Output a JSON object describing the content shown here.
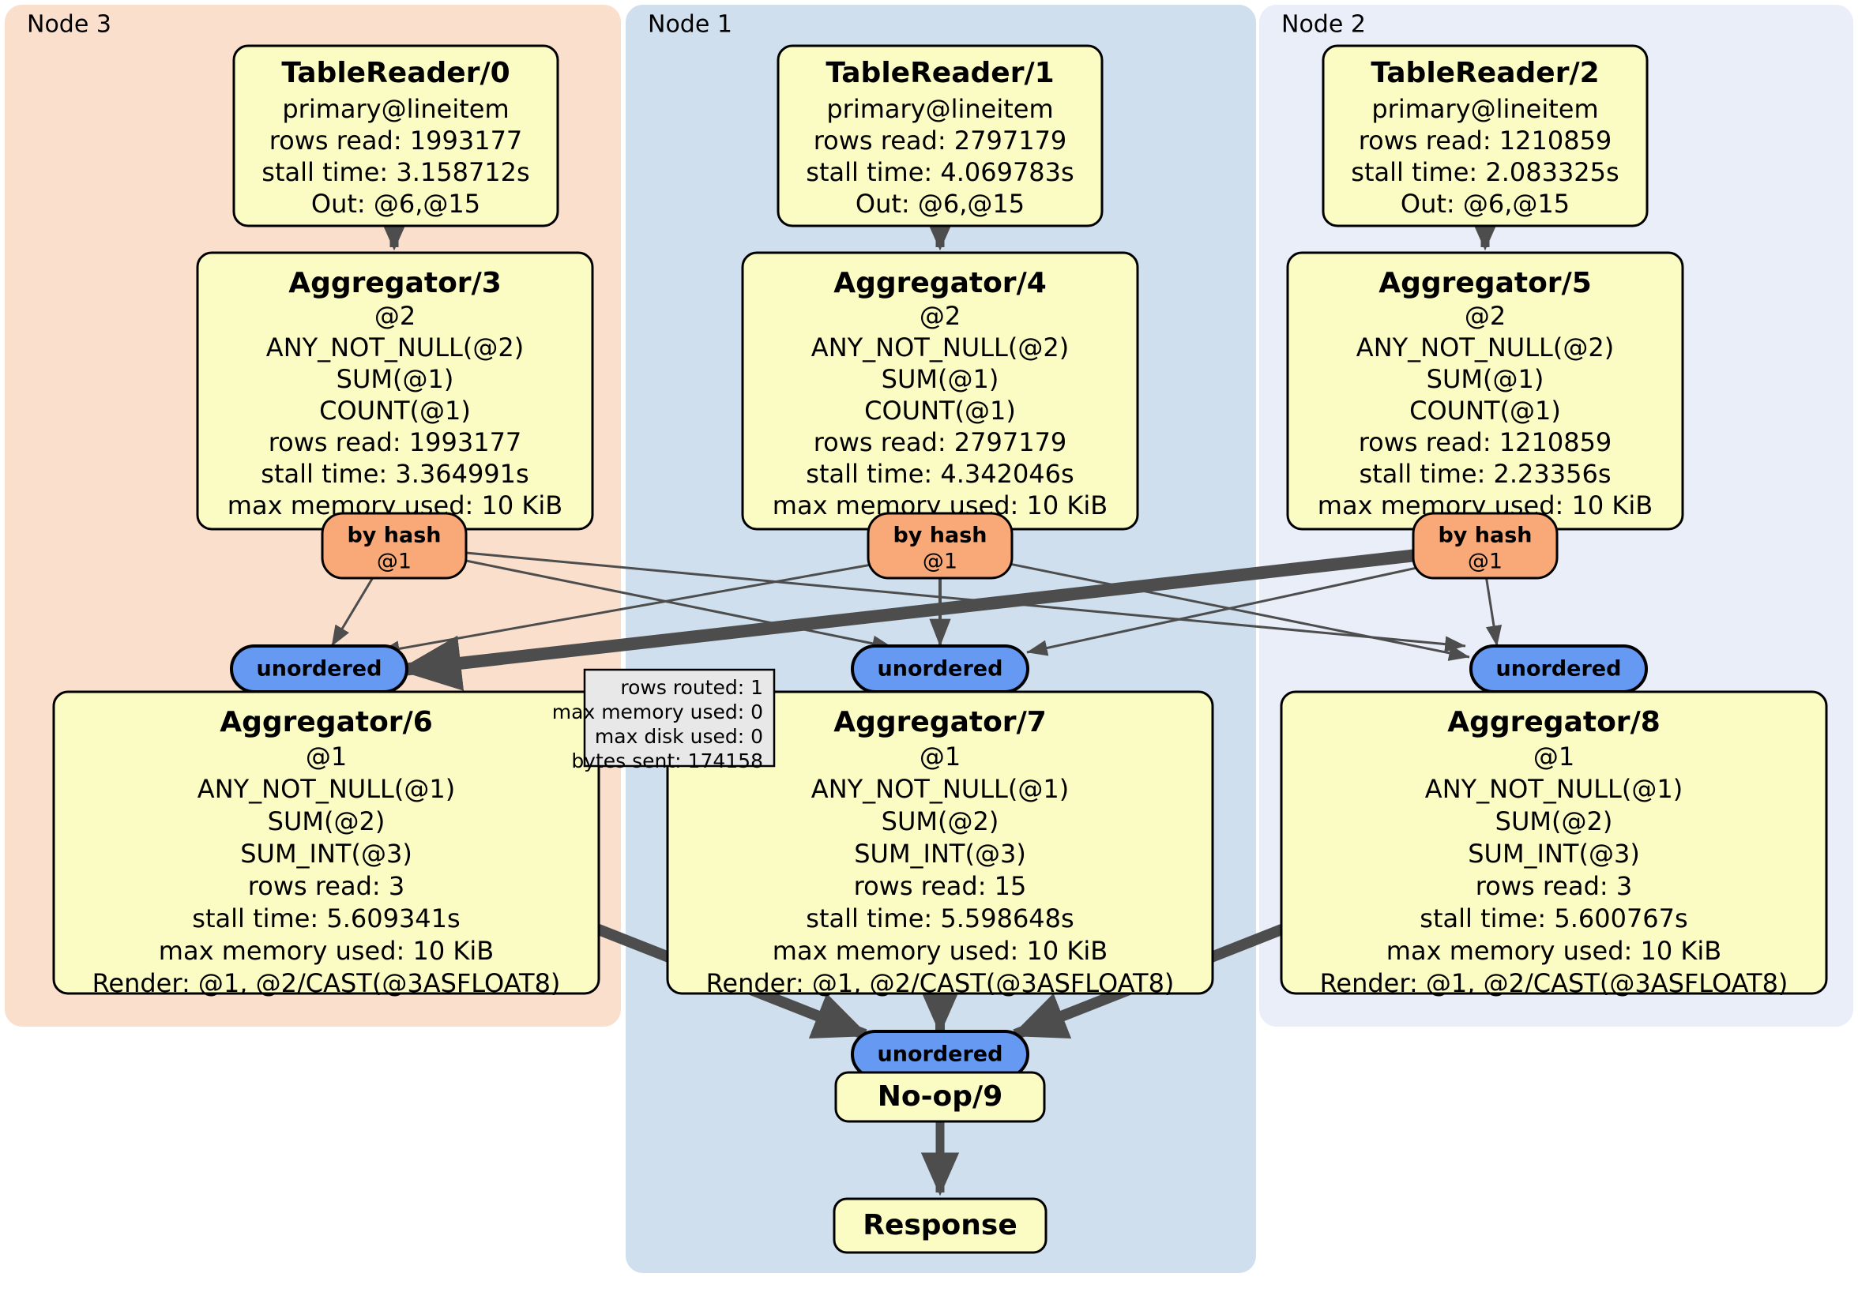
{
  "colors": {
    "node3_band": "#fadfcd",
    "node1_band": "#cfdfee",
    "node2_band": "#e9eef8",
    "processor_fill": "#fbfbc4",
    "router_fill": "#f9a978",
    "receiver_fill": "#6699f2",
    "tooltip_fill": "#e8e8e8",
    "stroke": "#000000",
    "edge": "#4d4d4d"
  },
  "bands": [
    {
      "name": "node-3",
      "label": "Node 3"
    },
    {
      "name": "node-1",
      "label": "Node 1"
    },
    {
      "name": "node-2",
      "label": "Node 2"
    }
  ],
  "table_readers": [
    {
      "title": "TableReader/0",
      "lines": [
        "primary@lineitem",
        "rows read: 1993177",
        "stall time: 3.158712s",
        "Out: @6,@15"
      ]
    },
    {
      "title": "TableReader/1",
      "lines": [
        "primary@lineitem",
        "rows read: 2797179",
        "stall time: 4.069783s",
        "Out: @6,@15"
      ]
    },
    {
      "title": "TableReader/2",
      "lines": [
        "primary@lineitem",
        "rows read: 1210859",
        "stall time: 2.083325s",
        "Out: @6,@15"
      ]
    }
  ],
  "aggregators_stage1": [
    {
      "title": "Aggregator/3",
      "lines": [
        "@2",
        "ANY_NOT_NULL(@2)",
        "SUM(@1)",
        "COUNT(@1)",
        "rows read: 1993177",
        "stall time: 3.364991s",
        "max memory used: 10 KiB"
      ]
    },
    {
      "title": "Aggregator/4",
      "lines": [
        "@2",
        "ANY_NOT_NULL(@2)",
        "SUM(@1)",
        "COUNT(@1)",
        "rows read: 2797179",
        "stall time: 4.342046s",
        "max memory used: 10 KiB"
      ]
    },
    {
      "title": "Aggregator/5",
      "lines": [
        "@2",
        "ANY_NOT_NULL(@2)",
        "SUM(@1)",
        "COUNT(@1)",
        "rows read: 1210859",
        "stall time: 2.23356s",
        "max memory used: 10 KiB"
      ]
    }
  ],
  "routers": [
    {
      "title": "by hash",
      "sub": "@1"
    },
    {
      "title": "by hash",
      "sub": "@1"
    },
    {
      "title": "by hash",
      "sub": "@1"
    }
  ],
  "receivers": [
    {
      "label": "unordered"
    },
    {
      "label": "unordered"
    },
    {
      "label": "unordered"
    },
    {
      "label": "unordered"
    }
  ],
  "aggregators_stage2": [
    {
      "title": "Aggregator/6",
      "lines": [
        "@1",
        "ANY_NOT_NULL(@1)",
        "SUM(@2)",
        "SUM_INT(@3)",
        "rows read: 3",
        "stall time: 5.609341s",
        "max memory used: 10 KiB",
        "Render: @1, @2/CAST(@3ASFLOAT8)"
      ]
    },
    {
      "title": "Aggregator/7",
      "lines": [
        "@1",
        "ANY_NOT_NULL(@1)",
        "SUM(@2)",
        "SUM_INT(@3)",
        "rows read: 15",
        "stall time: 5.598648s",
        "max memory used: 10 KiB",
        "Render: @1, @2/CAST(@3ASFLOAT8)"
      ]
    },
    {
      "title": "Aggregator/8",
      "lines": [
        "@1",
        "ANY_NOT_NULL(@1)",
        "SUM(@2)",
        "SUM_INT(@3)",
        "rows read: 3",
        "stall time: 5.600767s",
        "max memory used: 10 KiB",
        "Render: @1, @2/CAST(@3ASFLOAT8)"
      ]
    }
  ],
  "tooltip": {
    "lines": [
      "rows routed: 1",
      "max memory used: 0",
      "max disk used: 0",
      "bytes sent: 174158"
    ]
  },
  "noop": {
    "label": "No-op/9"
  },
  "response": {
    "label": "Response"
  }
}
